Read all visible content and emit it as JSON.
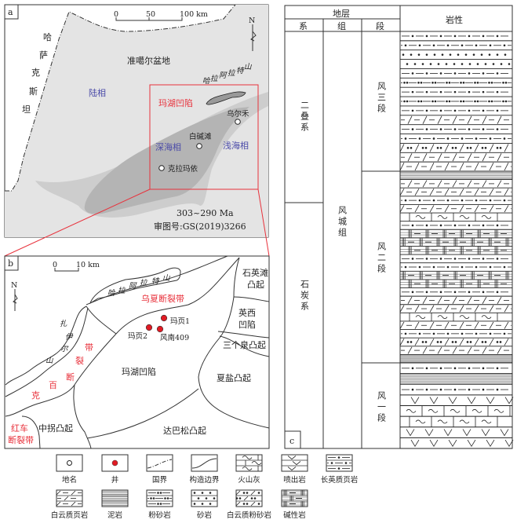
{
  "panel_a": {
    "label": "a",
    "scale": {
      "ticks": [
        "0",
        "50",
        "100 km"
      ]
    },
    "north": "N",
    "basin": "准噶尔盆地",
    "country_chars": [
      "哈",
      "萨",
      "克",
      "斯",
      "坦"
    ],
    "mountain_chars": [
      "哈",
      "拉",
      "阿",
      "拉",
      "特",
      "山"
    ],
    "facies_land": "陆相",
    "facies_deep": "深海相",
    "facies_shallow": "浅海相",
    "sag": "玛湖凹陷",
    "towns": [
      "乌尔禾",
      "白碱滩",
      "克拉玛依"
    ],
    "age": "303~290 Ma",
    "map_number": "审图号:GS(2019)3266"
  },
  "panel_b": {
    "label": "b",
    "scale": {
      "ticks": [
        "0",
        "10 km"
      ]
    },
    "north": "N",
    "mountain_chars": [
      "哈",
      "拉",
      "阿",
      "拉",
      "特",
      "山"
    ],
    "zaire_chars": [
      "扎",
      "伊",
      "尔",
      "山"
    ],
    "kebai_chars": [
      "克",
      "百",
      "断",
      "裂",
      "带"
    ],
    "units": {
      "wuxia": "乌夏断裂带",
      "shiyingtan": [
        "石英滩",
        "凸起"
      ],
      "yingxi": [
        "英西",
        "凹陷"
      ],
      "sangequan": "三个泉凸起",
      "xiayan": "夏盐凸起",
      "mahu": "玛湖凹陷",
      "dabasong": "达巴松凸起",
      "zhongguai": "中拐凸起",
      "hongche": [
        "红车",
        "断裂带"
      ]
    },
    "wells": [
      "玛页1",
      "玛页2",
      "风南409"
    ]
  },
  "panel_c": {
    "label": "c",
    "header": {
      "strata": "地层",
      "system": "系",
      "formation": "组",
      "member": "段",
      "lithology": "岩性"
    },
    "systems": [
      "二叠系",
      "石炭系"
    ],
    "formation": "风城组",
    "members": [
      {
        "name": "风三段",
        "rows": [
          "silt",
          "silt",
          "sand",
          "sand",
          "silt",
          "silt2",
          "silt",
          "silt2",
          "silt",
          "dolshale",
          "silt",
          "silt",
          "dolsilt",
          "dolshale",
          "dolshale"
        ]
      },
      {
        "name": "风二段",
        "rows": [
          "mud",
          "dolshale",
          "dolshale",
          "silt",
          "dolshale",
          "tuff",
          "silt",
          "alk",
          "alk",
          "alk",
          "silt",
          "silt",
          "alk",
          "alk",
          "silt",
          "dolshale",
          "dolshale",
          "tuff",
          "dolshale",
          "silt",
          "dolsilt",
          "dolshale",
          "mud"
        ]
      },
      {
        "name": "风一段",
        "rows": [
          "silt",
          "mud",
          "silt",
          "volc",
          "tuff",
          "tuff",
          "volc",
          "volc"
        ]
      }
    ]
  },
  "legend": [
    {
      "key": "place",
      "label": "地名"
    },
    {
      "key": "well",
      "label": "井"
    },
    {
      "key": "border",
      "label": "国界"
    },
    {
      "key": "tectonic",
      "label": "构造边界"
    },
    {
      "key": "tuff",
      "label": "火山灰"
    },
    {
      "key": "volc",
      "label": "喷出岩"
    },
    {
      "key": "silt",
      "label": "长英质页岩"
    },
    {
      "key": "dolshale",
      "label": "白云质页岩"
    },
    {
      "key": "mud",
      "label": "泥岩"
    },
    {
      "key": "silt2",
      "label": "粉砂岩"
    },
    {
      "key": "sand",
      "label": "砂岩"
    },
    {
      "key": "dolsilt",
      "label": "白云质粉砂岩"
    },
    {
      "key": "alk",
      "label": "碱性岩"
    }
  ],
  "colors": {
    "red": "#e8323c",
    "facies_blue": "#4a4aa8",
    "land_gray": "#e4e4e4",
    "shelf_gray": "#cdcdcd",
    "deep_gray": "#b4b4b4"
  }
}
